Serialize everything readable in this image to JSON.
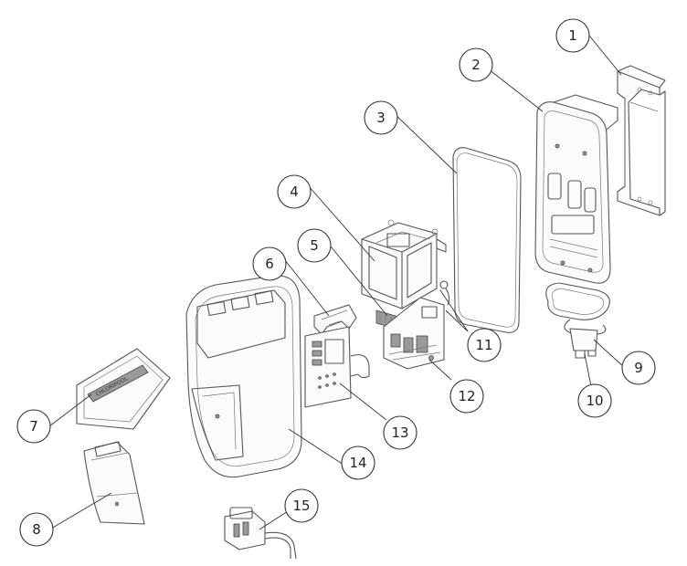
{
  "callouts": [
    {
      "id": "1",
      "label": "1"
    },
    {
      "id": "2",
      "label": "2"
    },
    {
      "id": "3",
      "label": "3"
    },
    {
      "id": "4",
      "label": "4"
    },
    {
      "id": "5",
      "label": "5"
    },
    {
      "id": "6",
      "label": "6"
    },
    {
      "id": "7",
      "label": "7"
    },
    {
      "id": "8",
      "label": "8"
    },
    {
      "id": "9",
      "label": "9"
    },
    {
      "id": "10",
      "label": "10"
    },
    {
      "id": "11",
      "label": "11"
    },
    {
      "id": "12",
      "label": "12"
    },
    {
      "id": "13",
      "label": "13"
    },
    {
      "id": "14",
      "label": "14"
    },
    {
      "id": "15",
      "label": "15"
    }
  ],
  "cover_badge_text": "CHLORIPOOL"
}
